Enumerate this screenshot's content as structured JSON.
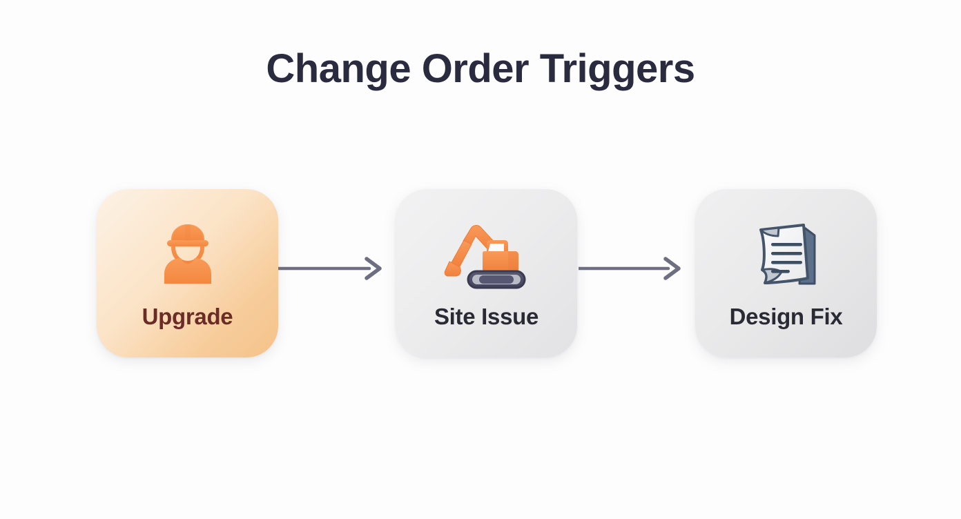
{
  "page": {
    "title": "Change Order Triggers",
    "background_color": "#fdfdfd",
    "title_color": "#2b2b40"
  },
  "flow": {
    "type": "horizontal-process-flow",
    "steps": [
      {
        "label": "Upgrade",
        "icon": "construction-worker-icon",
        "label_color": "#6b2c28",
        "card_gradient_from": "#fdf2e6",
        "card_gradient_to": "#f5c289",
        "icon_color": "#f5934e"
      },
      {
        "label": "Site Issue",
        "icon": "excavator-icon",
        "label_color": "#2a2a35",
        "card_gradient_from": "#f2f2f3",
        "card_gradient_to": "#e2e2e4",
        "icon_color": "#f58a4b"
      },
      {
        "label": "Design Fix",
        "icon": "document-blueprint-icon",
        "label_color": "#2a2a35",
        "card_gradient_from": "#f0f0f1",
        "card_gradient_to": "#dedee0",
        "icon_color": "#4a5a6e"
      }
    ],
    "connectors": [
      {
        "from": "Upgrade",
        "to": "Site Issue",
        "style": "arrow-right",
        "color": "#6e6e82"
      },
      {
        "from": "Site Issue",
        "to": "Design Fix",
        "style": "arrow-right",
        "color": "#6e6e82"
      }
    ]
  }
}
